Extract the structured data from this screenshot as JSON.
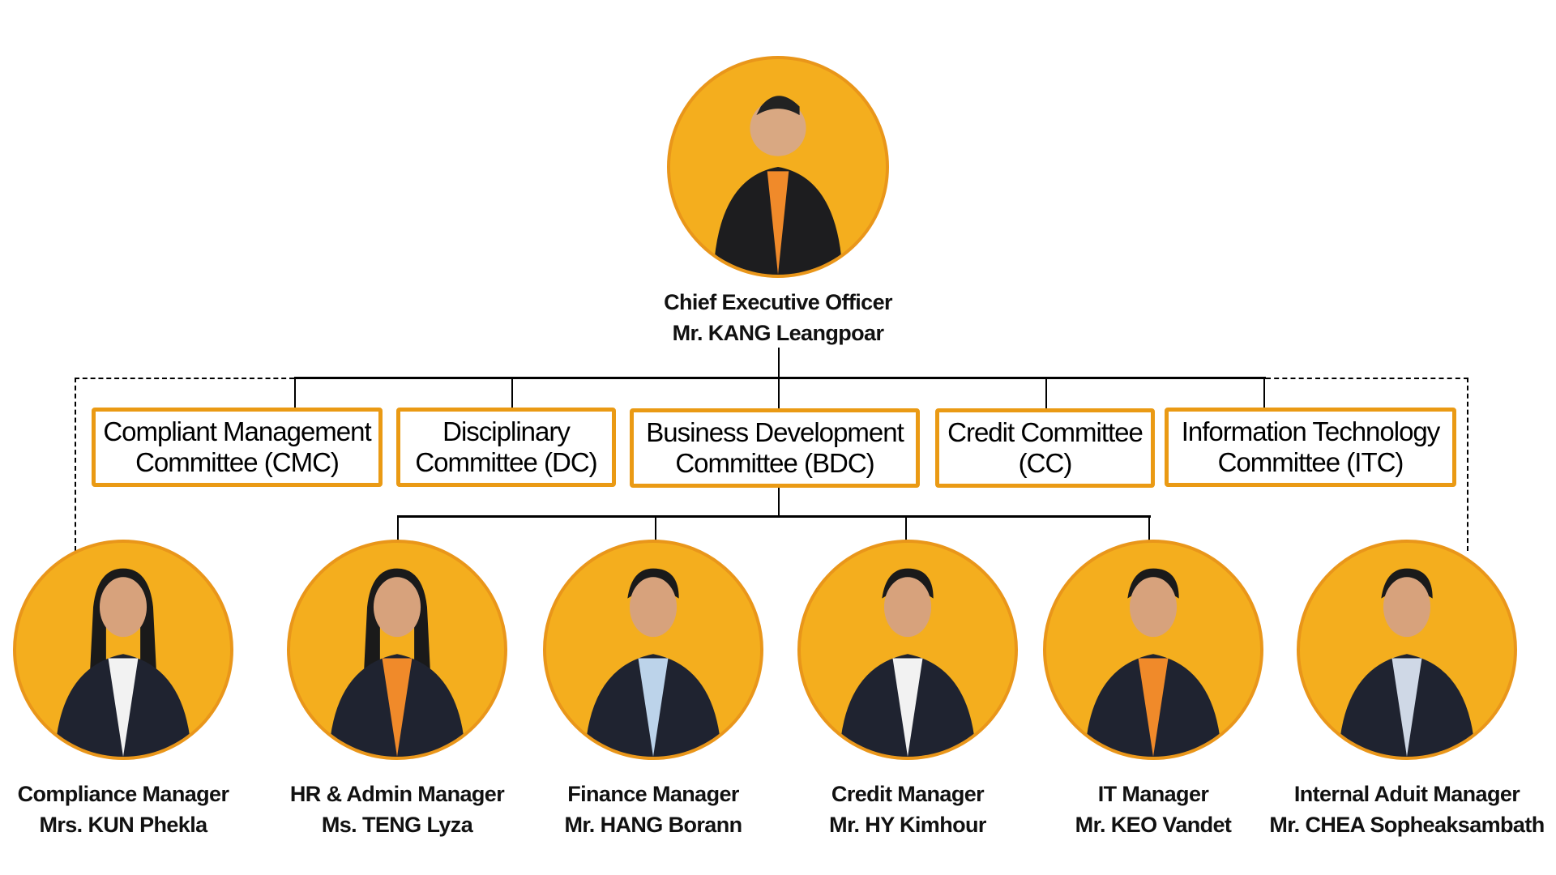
{
  "ceo": {
    "title": "Chief Executive Officer",
    "name": "Mr. KANG Leangpoar"
  },
  "committees": [
    {
      "line1": "Compliant Management",
      "line2": "Committee (CMC)"
    },
    {
      "line1": "Disciplinary",
      "line2": "Committee (DC)"
    },
    {
      "line1": "Business Development",
      "line2": "Committee (BDC)"
    },
    {
      "line1": "Credit Committee",
      "line2": "(CC)"
    },
    {
      "line1": "Information Technology",
      "line2": "Committee (ITC)"
    }
  ],
  "managers": [
    {
      "title": "Compliance Manager",
      "name": "Mrs. KUN Phekla"
    },
    {
      "title": "HR & Admin Manager",
      "name": "Ms. TENG Lyza"
    },
    {
      "title": "Finance Manager",
      "name": "Mr. HANG Borann"
    },
    {
      "title": "Credit Manager",
      "name": "Mr. HY Kimhour"
    },
    {
      "title": "IT Manager",
      "name": "Mr. KEO Vandet"
    },
    {
      "title": "Internal Aduit Manager",
      "name": "Mr. CHEA Sopheaksambath"
    }
  ],
  "colors": {
    "accent": "#F4AE1E",
    "border": "#EA9A14"
  }
}
